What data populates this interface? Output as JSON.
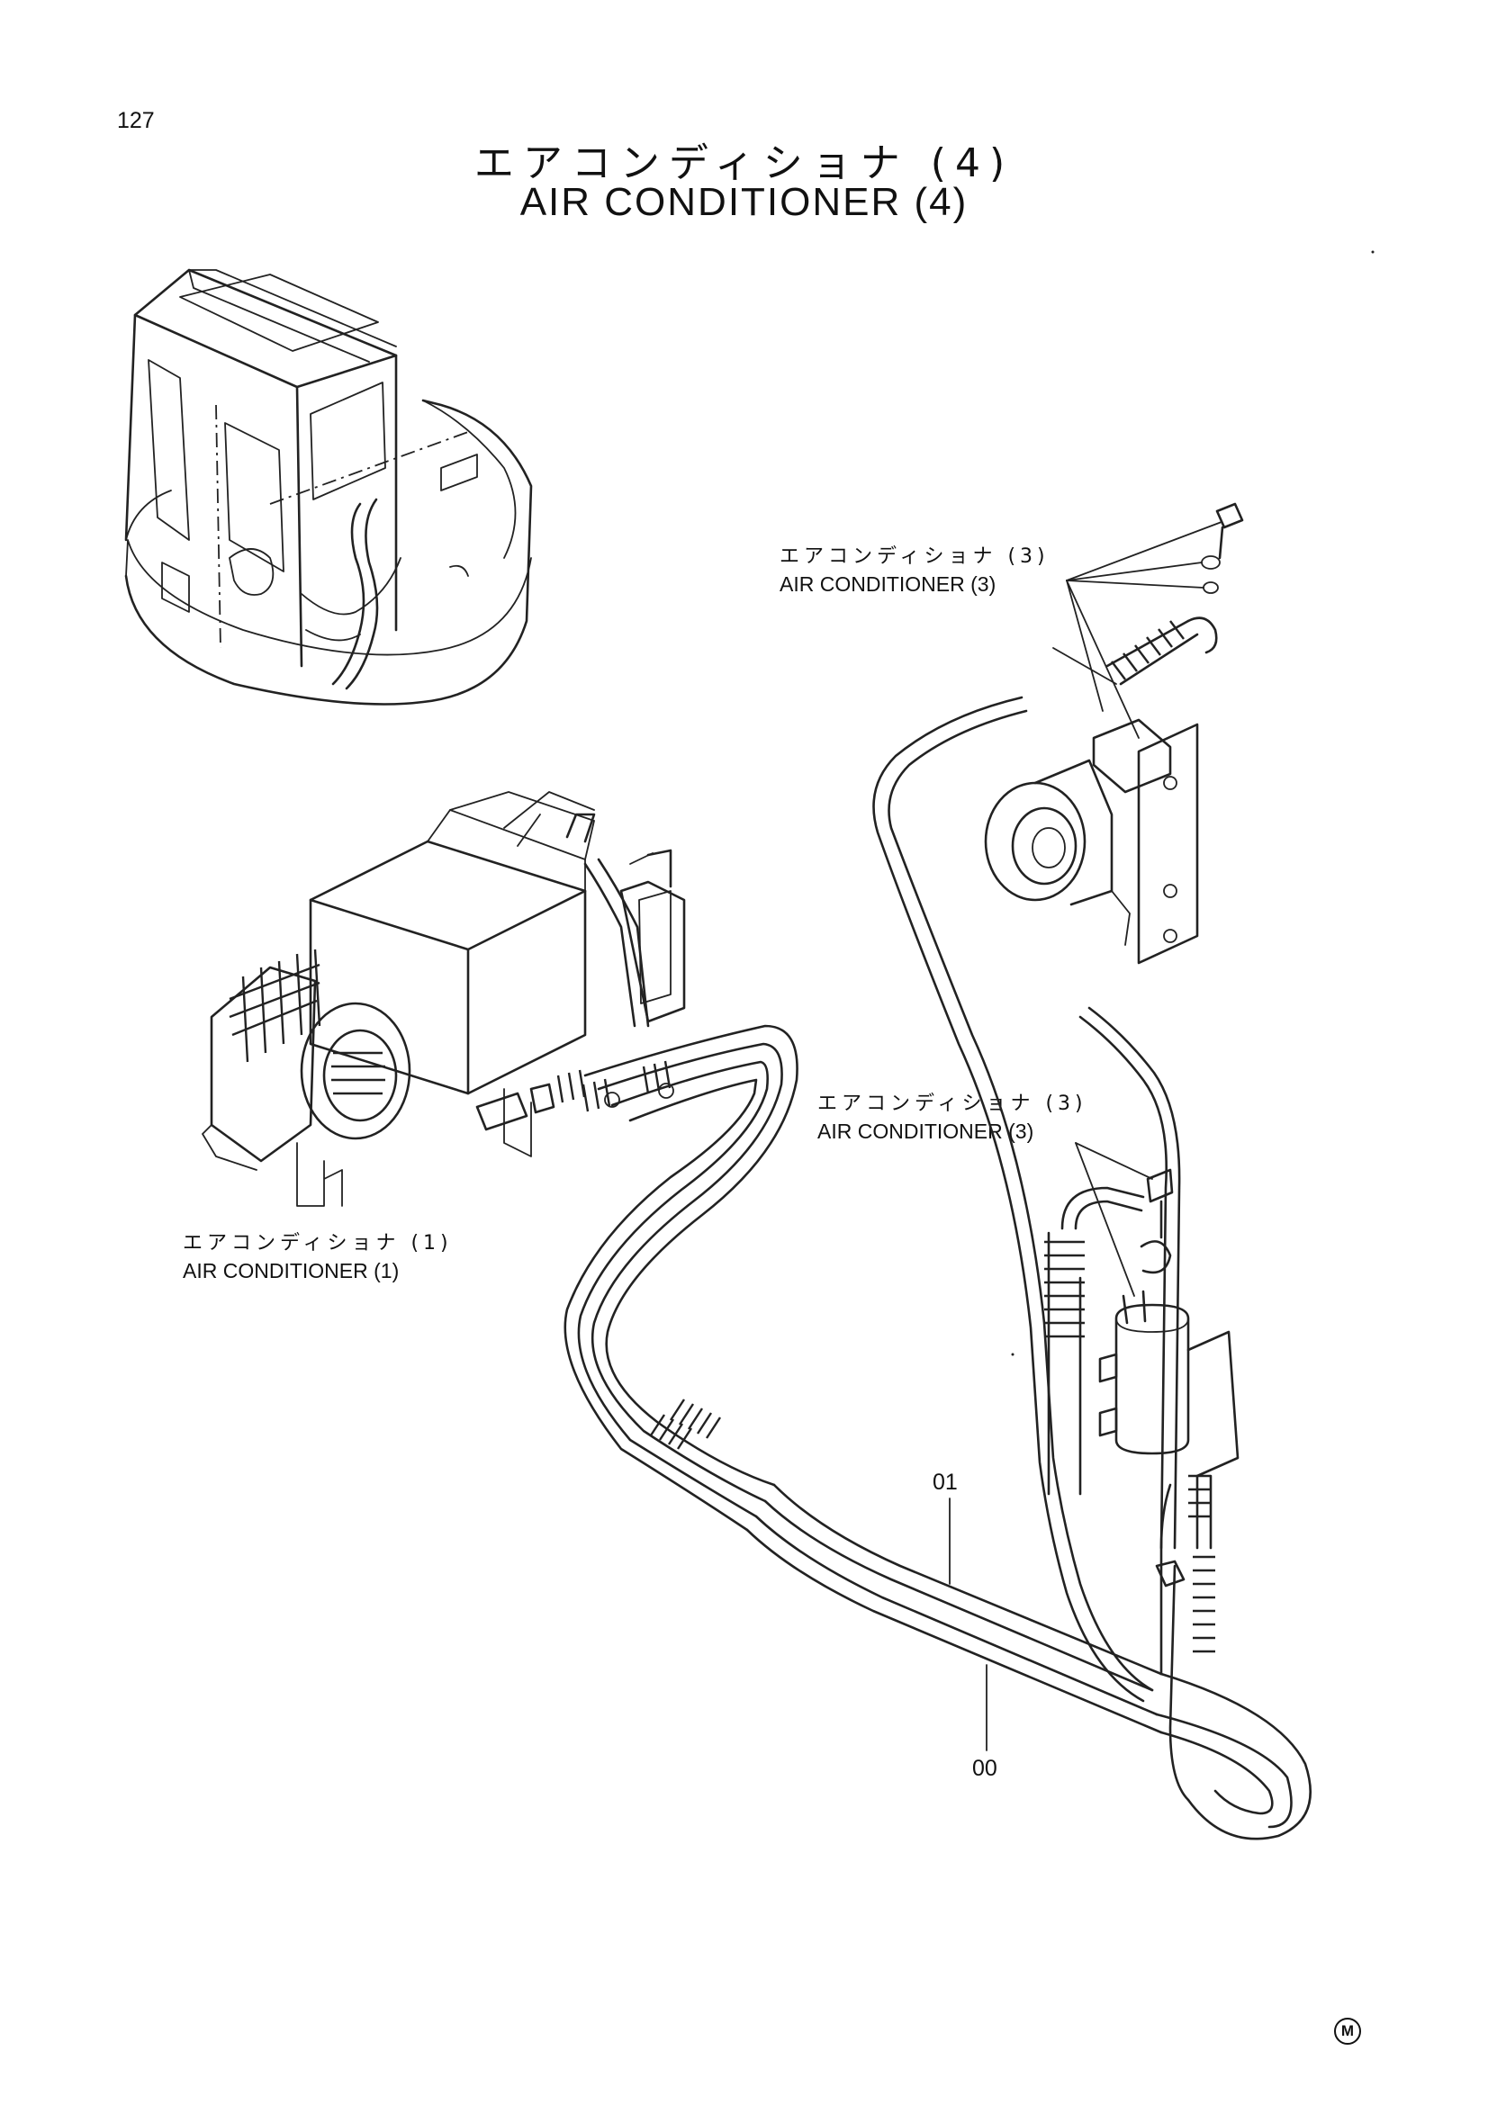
{
  "page": {
    "number": "127"
  },
  "title": {
    "japanese": "エアコンディショナ (4)",
    "english": "AIR CONDITIONER (4)"
  },
  "callouts": [
    {
      "japanese": "エアコンディショナ (3)",
      "english": "AIR CONDITIONER (3)"
    },
    {
      "japanese": "エアコンディショナ (3)",
      "english": "AIR CONDITIONER (3)"
    },
    {
      "japanese": "エアコンディショナ (1)",
      "english": "AIR CONDITIONER (1)"
    }
  ],
  "part_numbers": [
    "01",
    "00"
  ],
  "mark": "M"
}
